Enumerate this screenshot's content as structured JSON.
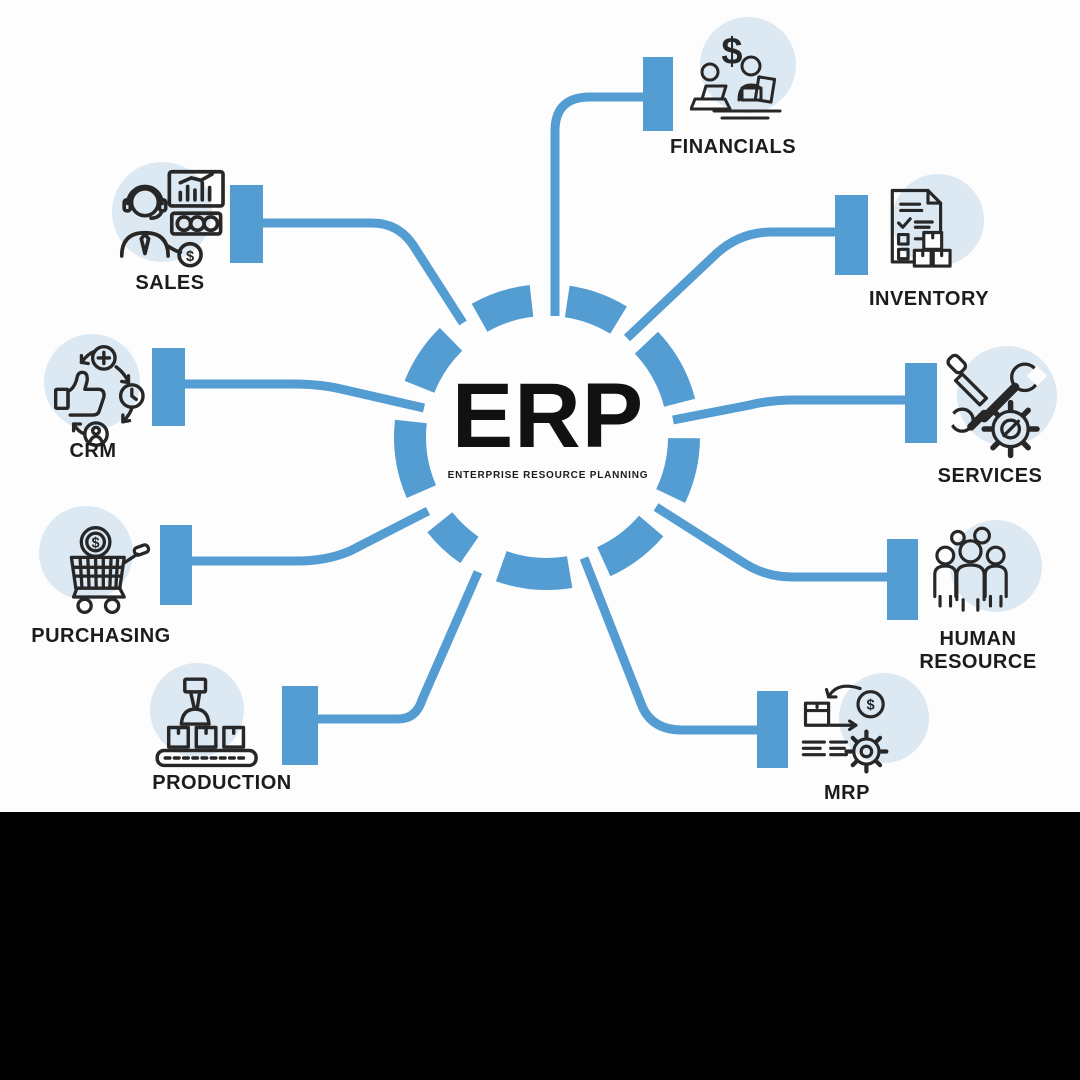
{
  "title": {
    "main": "ERP",
    "subtitle": "ENTERPRISE RESOURCE PLANNING"
  },
  "colors": {
    "accent_blue": "#539dd3",
    "light_icon_circle": "#dce9f3",
    "icon_stroke": "#272727",
    "label_text": "#1c1c1c",
    "background": "#fdfdfe",
    "bottom_bar": "#010101"
  },
  "modules": [
    {
      "id": "financials",
      "label": "FINANCIALS",
      "icon": "financials-icon"
    },
    {
      "id": "inventory",
      "label": "INVENTORY",
      "icon": "inventory-icon"
    },
    {
      "id": "services",
      "label": "SERVICES",
      "icon": "services-icon"
    },
    {
      "id": "human-resource",
      "label": "HUMAN RESOURCE",
      "icon": "human-resource-icon"
    },
    {
      "id": "mrp",
      "label": "MRP",
      "icon": "mrp-icon"
    },
    {
      "id": "production",
      "label": "PRODUCTION",
      "icon": "production-icon"
    },
    {
      "id": "purchasing",
      "label": "PURCHASING",
      "icon": "purchasing-icon"
    },
    {
      "id": "crm",
      "label": "CRM",
      "icon": "crm-icon"
    },
    {
      "id": "sales",
      "label": "SALES",
      "icon": "sales-icon"
    }
  ]
}
